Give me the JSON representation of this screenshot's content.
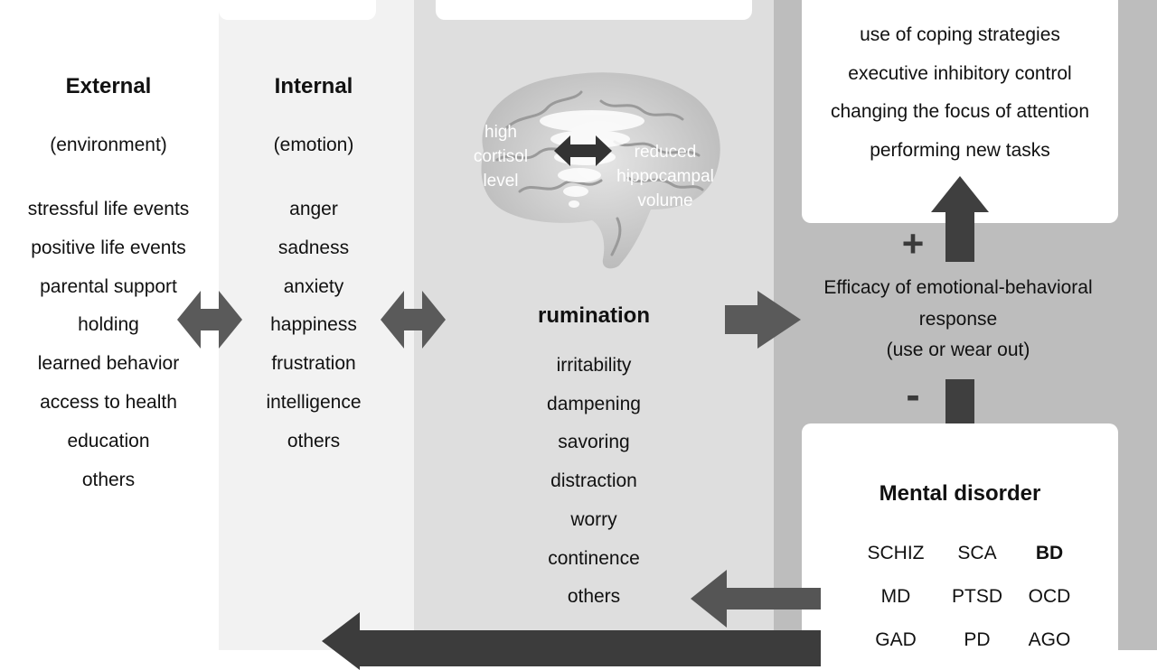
{
  "external": {
    "title": "External",
    "subtitle": "(environment)",
    "items": [
      "stressful life events",
      "positive life events",
      "parental support",
      "holding",
      "learned behavior",
      "access to health",
      "education",
      "others"
    ]
  },
  "internal": {
    "title": "Internal",
    "subtitle": "(emotion)",
    "items": [
      "anger",
      "sadness",
      "anxiety",
      "happiness",
      "frustration",
      "intelligence",
      "others"
    ]
  },
  "brain": {
    "left_label_lines": [
      "high",
      "cortisol",
      "level"
    ],
    "right_label_lines": [
      "reduced",
      "hippocampal",
      "volume"
    ]
  },
  "rumination": {
    "title": "rumination",
    "items": [
      "irritability",
      "dampening",
      "savoring",
      "distraction",
      "worry",
      "continence",
      "others"
    ]
  },
  "coping": {
    "items": [
      "use of coping strategies",
      "executive inhibitory control",
      "changing the focus of attention",
      "performing new tasks"
    ]
  },
  "efficacy": {
    "lines": [
      "Efficacy of emotional-behavioral",
      "response",
      "(use or wear out)"
    ],
    "plus": "+",
    "minus": "-"
  },
  "disorder": {
    "title": "Mental disorder",
    "grid": [
      [
        "SCHIZ",
        "SCA",
        "BD"
      ],
      [
        "MD",
        "PTSD",
        "OCD"
      ],
      [
        "GAD",
        "PD",
        "AGO"
      ]
    ]
  },
  "colors": {
    "col_external": "#ffffff",
    "col_internal": "#f2f2f2",
    "col_rumination": "#dedede",
    "col_right": "#bdbdbd",
    "arrow": "#4d4d4d",
    "arrow_light": "#5e5e5e"
  }
}
